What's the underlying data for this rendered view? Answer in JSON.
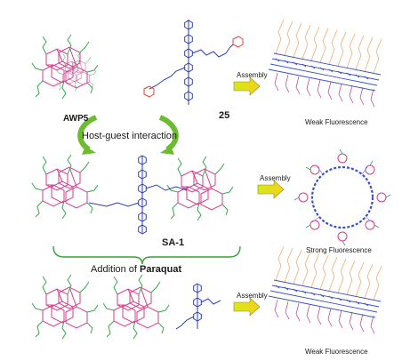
{
  "labels": {
    "host": "AWP5",
    "guest": "25",
    "complex": "SA-1",
    "host_guest": "Host-guest interaction",
    "addition_prefix": "Addition of ",
    "addition_agent": "Paraquat",
    "assembly_1": "Assembly",
    "assembly_2": "Assembly",
    "assembly_3": "Assembly",
    "result_1": "Weak Fluorescence",
    "result_2": "Strong Fluorescence",
    "result_3": "Weak Fluorescence"
  },
  "colors": {
    "host_pink": "#d63c8f",
    "host_green": "#3aa64a",
    "guest_blue": "#2c3fb5",
    "pyridinium_red": "#e0463c",
    "arrow_green": "#6dbb2f",
    "arrow_yellow": "#e6e619",
    "bracket_green": "#36a03a",
    "sheet_blue": "#3b50c8",
    "sheet_orange": "#f0a060"
  },
  "icons": {
    "curved_arrows": "green-curved-double-arrow",
    "assembly_arrow": "yellow-block-arrow"
  }
}
